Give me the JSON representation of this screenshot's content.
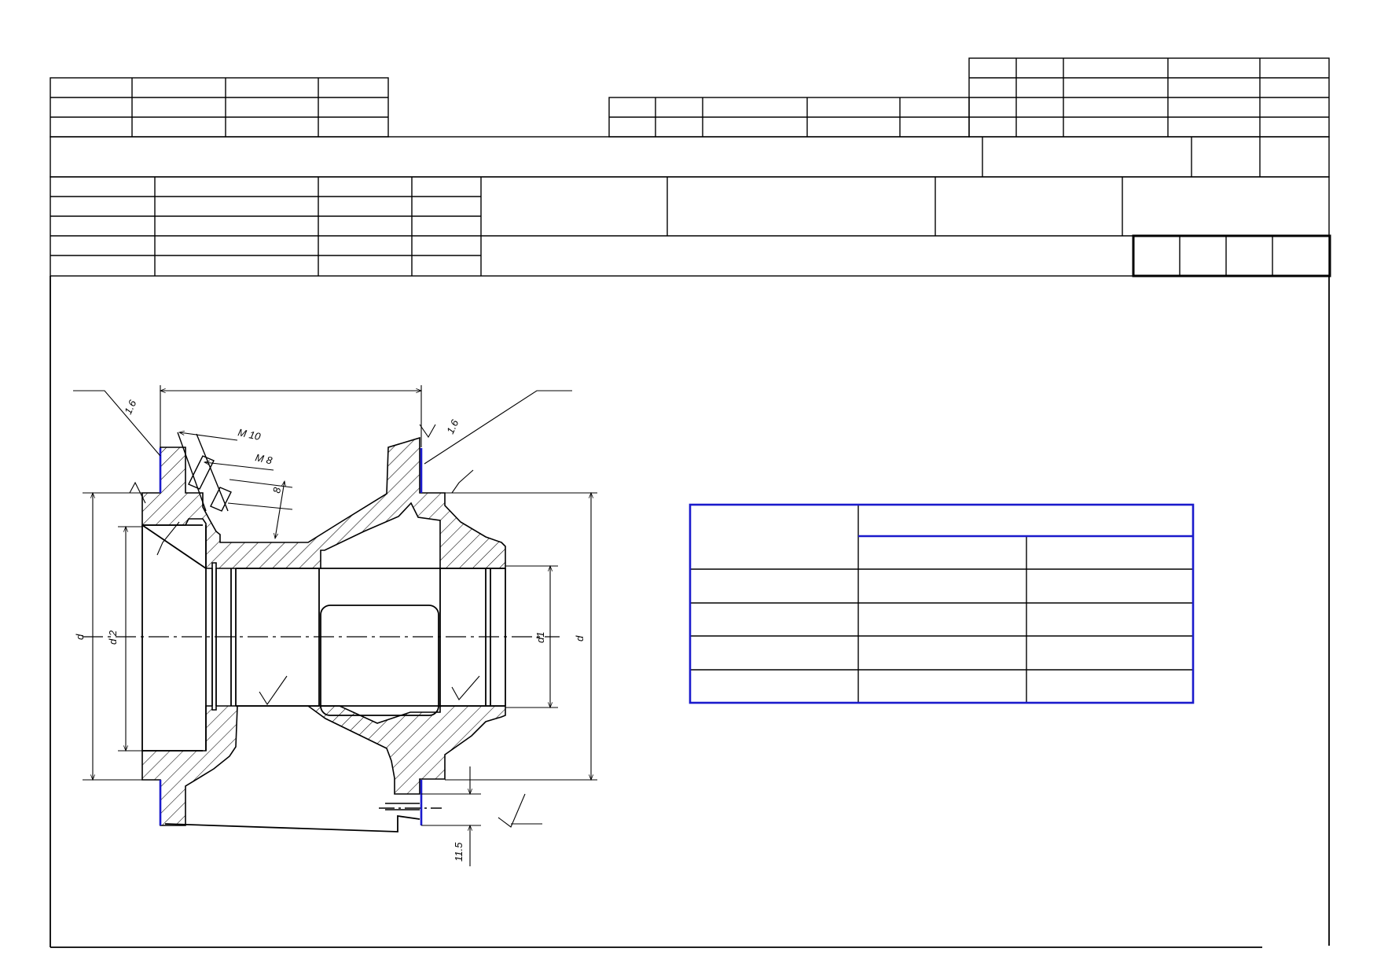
{
  "drawing": {
    "type": "technical-drawing",
    "subject": "flanged housing cross-section",
    "annotations": {
      "roughness_left": "1.6",
      "roughness_right": "1.6",
      "thread_1": "M 10",
      "thread_2": "M 8",
      "small_dim": "8",
      "dim_d": "d",
      "dim_d2": "d 2",
      "dim_d1": "d1",
      "dim_d_right": "d",
      "dim_115": "11.5"
    }
  },
  "colors": {
    "line": "#000000",
    "highlight": "#1a1acc",
    "background": "#ffffff"
  }
}
